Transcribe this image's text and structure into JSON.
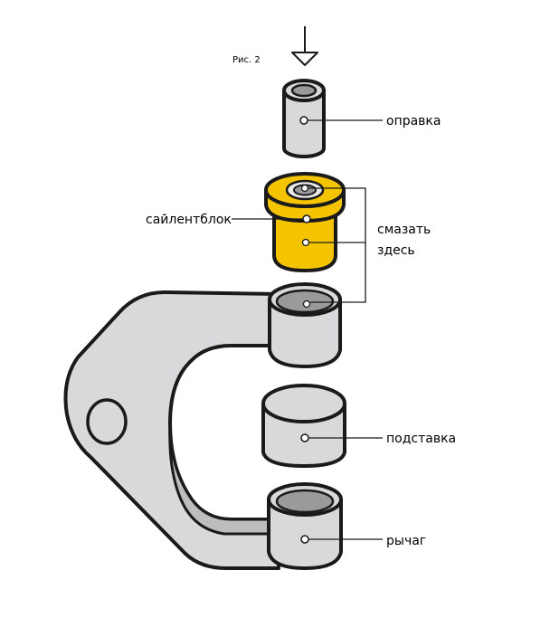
{
  "figure": {
    "caption": "Рис. 2"
  },
  "labels": {
    "mandrel": "оправка",
    "bushing": "сайлентблок",
    "lubricate_line1": "смазать",
    "lubricate_line2": "здесь",
    "support": "подставка",
    "lever": "рычаг"
  },
  "colors": {
    "stroke": "#1a1a1a",
    "metal": "#d9d9db",
    "metal_dark": "#bdbdbf",
    "metal_hole": "#9a9a9c",
    "bushing": "#f5c400",
    "bushing_dark": "#d9a800"
  },
  "icons": {
    "press_direction": "arrow-down-icon"
  }
}
